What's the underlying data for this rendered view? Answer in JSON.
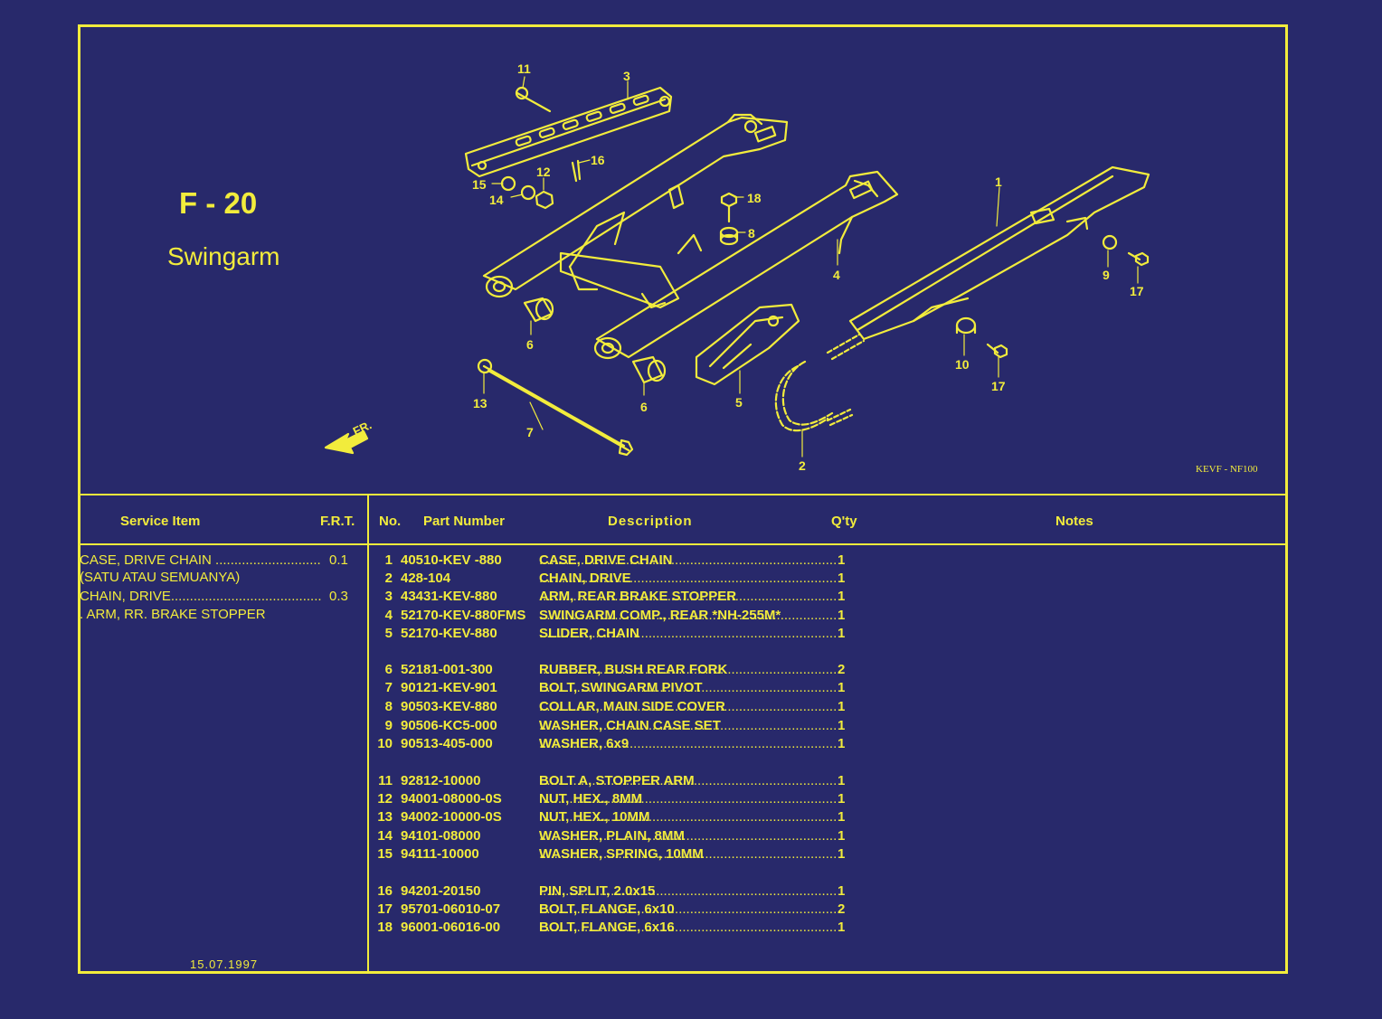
{
  "page": {
    "code": "F - 20",
    "name": "Swingarm",
    "model_ref": "KEVF - NF100",
    "date": "15.07.1997"
  },
  "diagram": {
    "front_label": "FR.",
    "callouts": [
      "1",
      "2",
      "3",
      "4",
      "5",
      "6",
      "6",
      "7",
      "8",
      "9",
      "10",
      "11",
      "12",
      "13",
      "14",
      "15",
      "16",
      "17",
      "17",
      "18"
    ]
  },
  "table": {
    "headers": {
      "service_item": "Service Item",
      "frt": "F.R.T.",
      "no": "No.",
      "part_number": "Part Number",
      "description": "Description",
      "qty": "Q'ty",
      "notes": "Notes"
    },
    "service_items": [
      {
        "text": "CASE, DRIVE CHAIN ............................",
        "frt": "0.1"
      },
      {
        "text": "(SATU ATAU SEMUANYA)",
        "frt": ""
      },
      {
        "text": "CHAIN, DRIVE........................................",
        "frt": "0.3"
      },
      {
        "text": ". ARM, RR. BRAKE STOPPER",
        "frt": ""
      }
    ],
    "parts": [
      {
        "no": "1",
        "part_number": "40510-KEV -880",
        "description": "CASE, DRIVE CHAIN",
        "qty": "1"
      },
      {
        "no": "2",
        "part_number": "428-104",
        "description": "CHAIN, DRIVE",
        "qty": "1"
      },
      {
        "no": "3",
        "part_number": "43431-KEV-880",
        "description": "ARM, REAR BRAKE STOPPER",
        "qty": "1"
      },
      {
        "no": "4",
        "part_number": "52170-KEV-880FMS",
        "description": "SWINGARM COMP., REAR  *NH-255M*",
        "qty": "1"
      },
      {
        "no": "5",
        "part_number": "52170-KEV-880",
        "description": "SLIDER, CHAIN",
        "qty": "1"
      },
      {
        "no": "6",
        "part_number": "52181-001-300",
        "description": "RUBBER, BUSH REAR FORK",
        "qty": "2"
      },
      {
        "no": "7",
        "part_number": "90121-KEV-901",
        "description": "BOLT, SWINGARM PIVOT",
        "qty": "1"
      },
      {
        "no": "8",
        "part_number": "90503-KEV-880",
        "description": "COLLAR, MAIN SIDE COVER",
        "qty": "1"
      },
      {
        "no": "9",
        "part_number": "90506-KC5-000",
        "description": "WASHER, CHAIN CASE SET",
        "qty": "1"
      },
      {
        "no": "10",
        "part_number": "90513-405-000",
        "description": "WASHER, 6x9",
        "qty": "1"
      },
      {
        "no": "11",
        "part_number": "92812-10000",
        "description": "BOLT A, STOPPER ARM",
        "qty": "1"
      },
      {
        "no": "12",
        "part_number": "94001-08000-0S",
        "description": "NUT, HEX., 8MM",
        "qty": "1"
      },
      {
        "no": "13",
        "part_number": "94002-10000-0S",
        "description": "NUT, HEX., 10MM",
        "qty": "1"
      },
      {
        "no": "14",
        "part_number": "94101-08000",
        "description": "WASHER, PLAIN, 8MM",
        "qty": "1"
      },
      {
        "no": "15",
        "part_number": "94111-10000",
        "description": "WASHER, SPRING, 10MM",
        "qty": "1"
      },
      {
        "no": "16",
        "part_number": "94201-20150",
        "description": "PIN, SPLIT, 2.0x15",
        "qty": "1"
      },
      {
        "no": "17",
        "part_number": "95701-06010-07",
        "description": "BOLT, FLANGE, 6x10",
        "qty": "2"
      },
      {
        "no": "18",
        "part_number": "96001-06016-00",
        "description": "BOLT, FLANGE, 6x16",
        "qty": "1"
      }
    ]
  },
  "colors": {
    "background": "#28296b",
    "line": "#f2ec3c"
  }
}
